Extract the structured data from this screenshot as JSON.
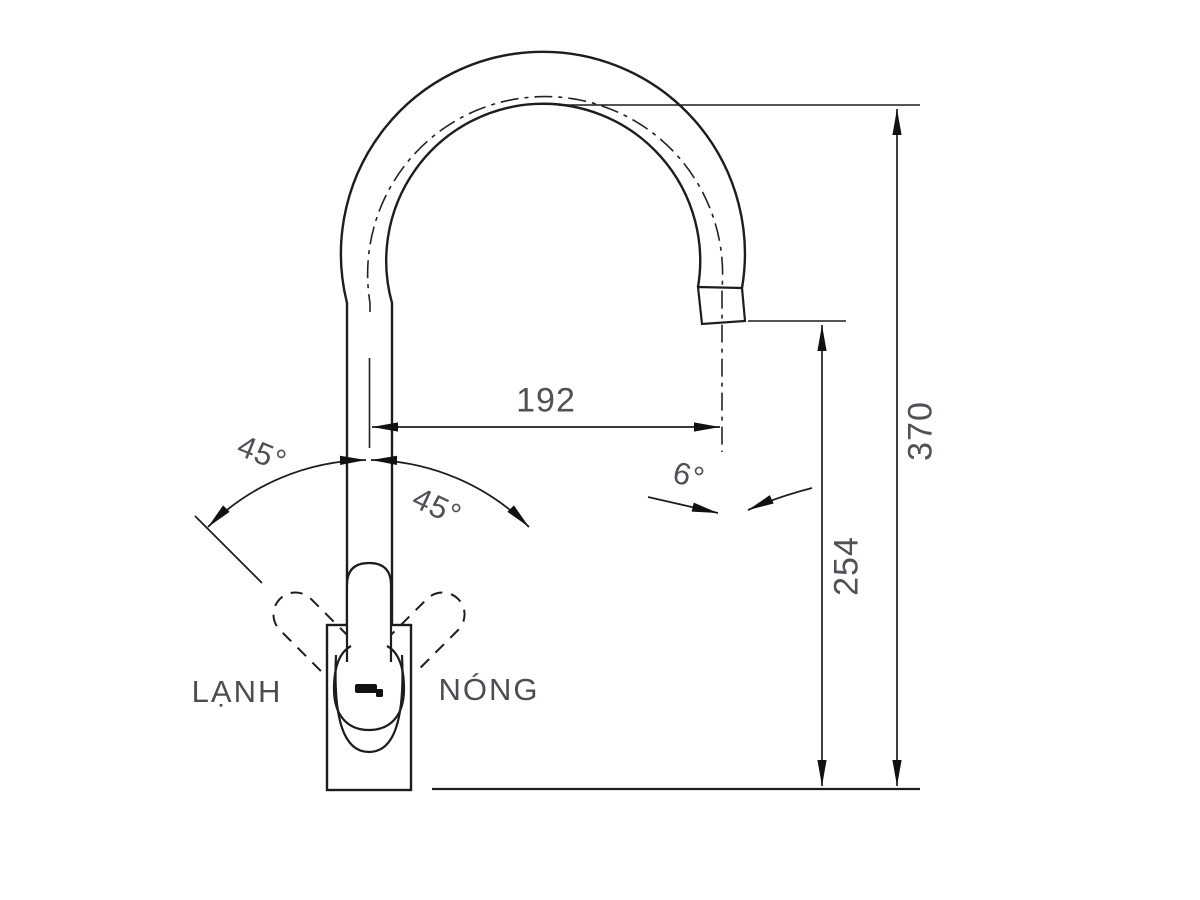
{
  "page": {
    "background": "#ffffff"
  },
  "drawing": {
    "type": "faucet-technical-drawing",
    "dimensions": {
      "spout_reach": "192",
      "total_height": "370",
      "spout_height": "254"
    },
    "angles": {
      "handle_swing_left": "45°",
      "handle_swing_right": "45°",
      "spout_tilt": "6°"
    },
    "labels": {
      "cold": "LẠNH",
      "hot": "NÓNG"
    },
    "colors": {
      "line": "#1d1d1f",
      "arrow": "#111111",
      "dimension_text": "#4e5256"
    }
  }
}
